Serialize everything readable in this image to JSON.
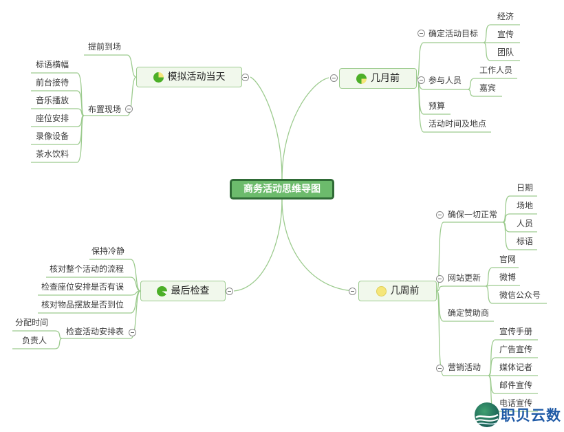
{
  "central": {
    "label": "商务活动思维导图"
  },
  "colors": {
    "line": "#9ccb8e",
    "central_fill": "#6cbb6c",
    "central_border": "#2f6b36",
    "main_fill": "#f1f8ec",
    "pie_green": "#4caf28",
    "pie_yellow": "#f5e67a"
  },
  "branches": {
    "moni": {
      "label": "模拟活动当天",
      "progress_icon": "pie-75-icon",
      "children": [
        {
          "label": "提前到场"
        },
        {
          "label": "布置现场",
          "children": [
            {
              "label": "标语横幅"
            },
            {
              "label": "前台接待"
            },
            {
              "label": "音乐播放"
            },
            {
              "label": "座位安排"
            },
            {
              "label": "录像设备"
            },
            {
              "label": "茶水饮料"
            }
          ]
        }
      ]
    },
    "jiyue": {
      "label": "几月前",
      "progress_icon": "pie-75-icon",
      "children": [
        {
          "label": "确定活动目标",
          "children": [
            {
              "label": "经济"
            },
            {
              "label": "宣传"
            },
            {
              "label": "团队"
            }
          ]
        },
        {
          "label": "参与人员",
          "children": [
            {
              "label": "工作人员"
            },
            {
              "label": "嘉宾"
            }
          ]
        },
        {
          "label": "预算"
        },
        {
          "label": "活动时间及地点"
        }
      ]
    },
    "zuihou": {
      "label": "最后检查",
      "progress_icon": "pie-87-icon",
      "children": [
        {
          "label": "保持冷静"
        },
        {
          "label": "核对整个活动的流程"
        },
        {
          "label": "检查座位安排是否有误"
        },
        {
          "label": "核对物品摆放是否到位"
        },
        {
          "label": "检查活动安排表",
          "children": [
            {
              "label": "分配时间"
            },
            {
              "label": "负责人"
            }
          ]
        }
      ]
    },
    "jizhou": {
      "label": "几周前",
      "progress_icon": "pie-0-icon",
      "children": [
        {
          "label": "确保一切正常",
          "children": [
            {
              "label": "日期"
            },
            {
              "label": "场地"
            },
            {
              "label": "人员"
            },
            {
              "label": "标语"
            }
          ]
        },
        {
          "label": "网站更新",
          "children": [
            {
              "label": "官网"
            },
            {
              "label": "微博"
            },
            {
              "label": "微信公众号"
            }
          ]
        },
        {
          "label": "确定赞助商"
        },
        {
          "label": "营销活动",
          "children": [
            {
              "label": "宣传手册"
            },
            {
              "label": "广告宣传"
            },
            {
              "label": "媒体记者"
            },
            {
              "label": "邮件宣传"
            },
            {
              "label": "电话宣传"
            }
          ]
        }
      ]
    }
  },
  "watermark": {
    "text": "职贝云数"
  }
}
